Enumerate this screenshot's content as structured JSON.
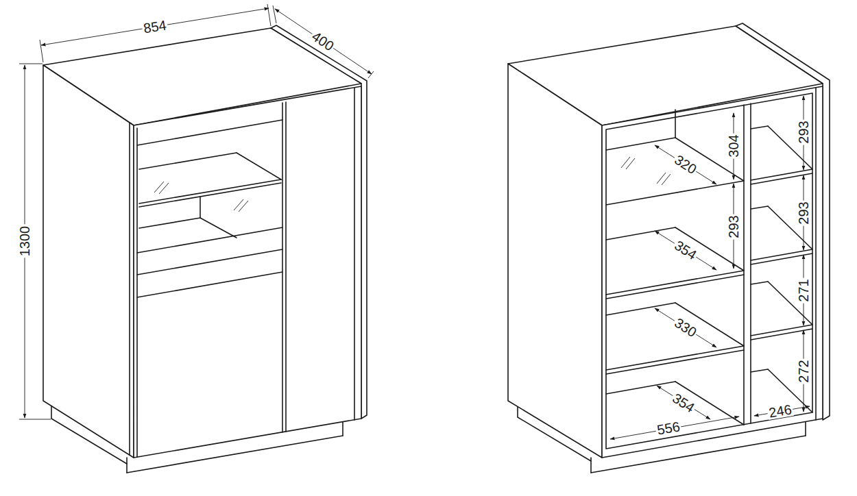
{
  "diagram": {
    "labels": [
      "854",
      "400",
      "1300",
      "304",
      "320",
      "293",
      "354",
      "330",
      "354",
      "556",
      "246",
      "293",
      "293",
      "271",
      "272"
    ]
  }
}
